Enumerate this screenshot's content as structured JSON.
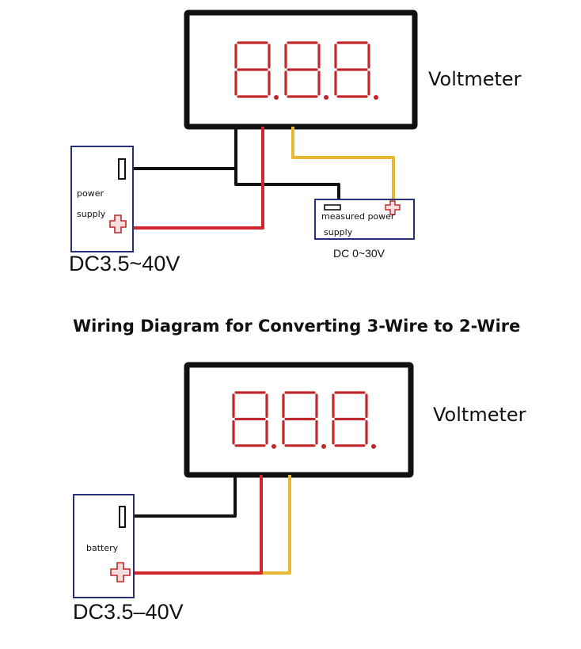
{
  "diagram_top": {
    "meter_label": "Voltmeter",
    "display_digits": "8.8.8.",
    "supply_box": {
      "label_line1": "power",
      "label_line2": "supply",
      "voltage": "DC3.5~40V"
    },
    "measured_box": {
      "label_line1": "measured power",
      "label_line2": "supply",
      "voltage": "DC 0~30V"
    },
    "wires": [
      "black",
      "red",
      "yellow"
    ]
  },
  "title": "Wiring Diagram for Converting 3-Wire to 2-Wire",
  "diagram_bottom": {
    "meter_label": "Voltmeter",
    "display_digits": "8.8.8.",
    "battery_box": {
      "label": "battery",
      "voltage": "DC3.5–40V"
    },
    "wires": [
      "black",
      "red",
      "yellow"
    ]
  },
  "colors": {
    "frame": "#111111",
    "segment": "#c0282d",
    "wire_black": "#111111",
    "wire_red": "#d0262c",
    "wire_yellow": "#e8b830",
    "box_border": "#2a2f7a",
    "plus_fill": "#f6dede"
  }
}
